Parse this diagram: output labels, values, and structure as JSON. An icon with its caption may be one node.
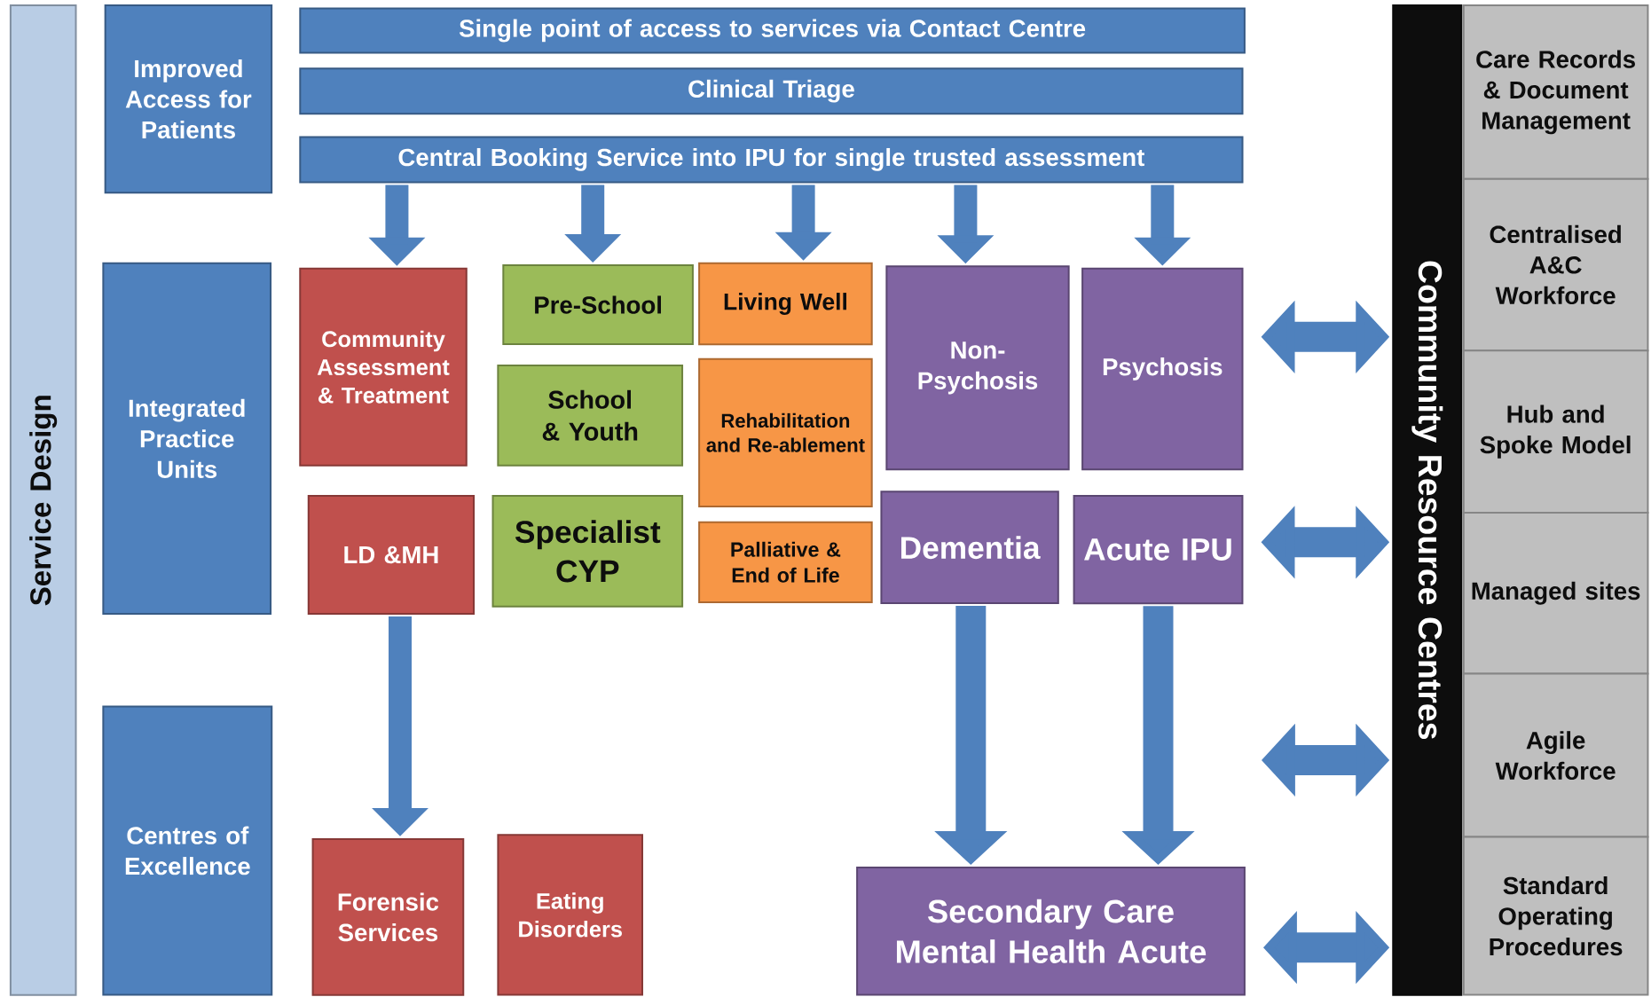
{
  "diagram": {
    "nodes": [
      {
        "text": [
          "Service Design"
        ]
      },
      {
        "text": [
          "Improved Access for Patients"
        ]
      },
      {
        "text": [
          "Single point of access to services via Contact Centre"
        ]
      },
      {
        "text": [
          "Clinical Triage"
        ]
      },
      {
        "text": [
          "Central Booking Service into IPU for single trusted assessment"
        ]
      },
      {
        "text": [
          "Integrated Practice Units"
        ]
      },
      {
        "text": [
          "Community Assessment & Treatment"
        ]
      },
      {
        "text": [
          "Pre-School"
        ]
      },
      {
        "text": [
          "Living Well"
        ]
      },
      {
        "text": [
          "Non-Psychosis"
        ]
      },
      {
        "text": [
          "Psychosis"
        ]
      },
      {
        "text": [
          "School & Youth"
        ]
      },
      {
        "text": [
          "Rehabilitation and Re-ablement"
        ]
      },
      {
        "text": [
          "LD &MH"
        ]
      },
      {
        "text": [
          "Specialist CYP"
        ]
      },
      {
        "text": [
          "Palliative & End of Life"
        ]
      },
      {
        "text": [
          "Dementia"
        ]
      },
      {
        "text": [
          "Acute IPU"
        ]
      },
      {
        "text": [
          "Centres of Excellence"
        ]
      },
      {
        "text": [
          "Forensic Services"
        ]
      },
      {
        "text": [
          "Eating Disorders"
        ]
      },
      {
        "text": [
          "Secondary Care Mental Health Acute"
        ]
      },
      {
        "text": [
          "Community Resource Centres"
        ]
      },
      {
        "text": [
          "Care Records & Document Management"
        ]
      },
      {
        "text": [
          "Centralised A&C Workforce"
        ]
      },
      {
        "text": [
          "Hub and Spoke Model"
        ]
      },
      {
        "text": [
          "Managed sites"
        ]
      },
      {
        "text": [
          "Agile Workforce"
        ]
      },
      {
        "text": [
          "Standard Operating Procedures"
        ]
      }
    ],
    "edges": [
      {
        "from": 4,
        "to": 6,
        "arrow": "to"
      },
      {
        "from": 4,
        "to": 7,
        "arrow": "to"
      },
      {
        "from": 4,
        "to": 8,
        "arrow": "to"
      },
      {
        "from": 4,
        "to": 9,
        "arrow": "to"
      },
      {
        "from": 4,
        "to": 10,
        "arrow": "to"
      },
      {
        "from": 13,
        "to": 19,
        "arrow": "to"
      },
      {
        "from": 16,
        "to": 21,
        "arrow": "to"
      },
      {
        "from": 17,
        "to": 21,
        "arrow": "to"
      },
      {
        "from": 10,
        "to": 22,
        "arrow": "both"
      },
      {
        "from": 17,
        "to": 22,
        "arrow": "both"
      },
      {
        "from": null,
        "to": 22,
        "arrow": "both"
      },
      {
        "from": 21,
        "to": 22,
        "arrow": "both"
      }
    ]
  }
}
